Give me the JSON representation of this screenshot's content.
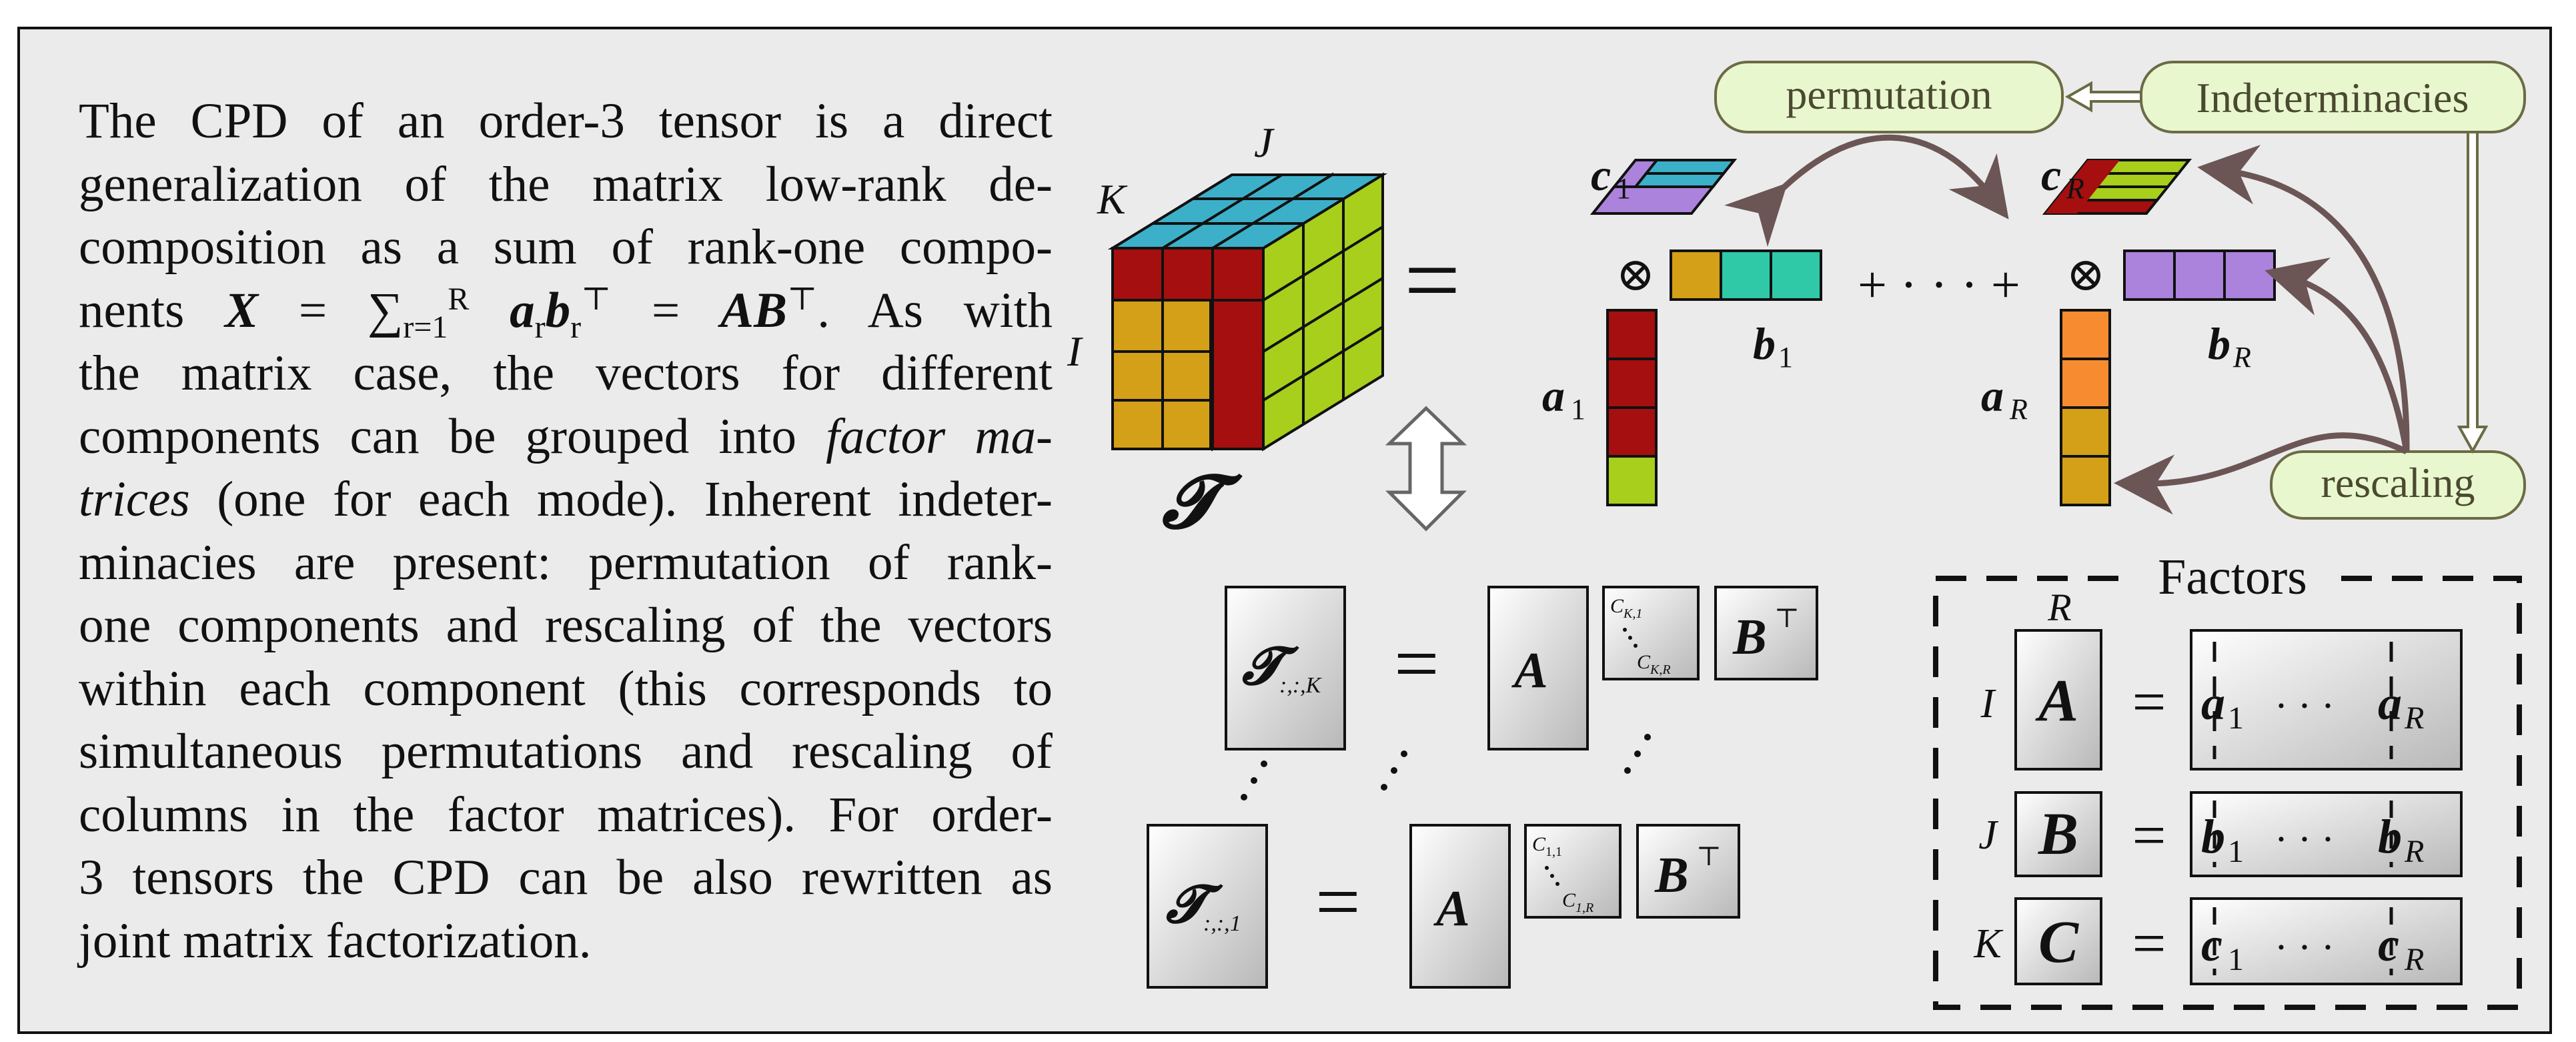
{
  "paragraph": {
    "l1": "The CPD of an order-3 tensor is a direct",
    "l2": "generalization of the matrix low-rank de-",
    "l3": "composition as a sum of rank-one compo-",
    "l4_pre": "nents",
    "l4_formula": "X = ∑ a b = AB",
    "l4_post": ". As with",
    "l5": "the matrix case, the vectors for different",
    "l6_pre": "components can be grouped into",
    "l6_em": "factor ma-",
    "l7_em": "trices",
    "l7_post": "(one for each mode). Inherent indeter-",
    "l8": "minacies are present: permutation of rank-",
    "l9": "one components and rescaling of the vectors",
    "l10": "within each component (this corresponds to",
    "l11": "simultaneous permutations and rescaling of",
    "l12": "columns in the factor matrices). For order-",
    "l13": "3 tensors the CPD can be also rewritten as",
    "l14": "joint matrix factorization."
  },
  "labels": {
    "tensor": "𝓣",
    "dim_J": "J",
    "dim_K": "K",
    "dim_I": "I",
    "equals": "=",
    "c1": "c",
    "cR": "c",
    "a1": "a",
    "aR": "a",
    "b1": "b",
    "bR": "b",
    "sub_1": "1",
    "sub_R": "R",
    "otimes": "⊗",
    "plus_dots": "+ · · · +",
    "permutation": "permutation",
    "indeterminacies": "Indeterminacies",
    "rescaling": "rescaling",
    "factors": "Factors",
    "R": "R",
    "I": "I",
    "J": "J",
    "K": "K",
    "A": "A",
    "B": "B",
    "C": "C",
    "BT": "B",
    "top": "⊤",
    "slice_K": "𝓣",
    "slice_K_sub": ":,:,K",
    "slice_1": "𝓣",
    "slice_1_sub": ":,:,1",
    "cK1": "C",
    "cK1_sub": "K,1",
    "cKR": "C",
    "cKR_sub": "K,R",
    "c11": "C",
    "c11_sub": "1,1",
    "c1R": "C",
    "c1R_sub": "1,R",
    "vec_a": "a",
    "vec_b": "b",
    "vec_c": "c",
    "cdots": "· · ·"
  },
  "colors": {
    "red": "#a50f0f",
    "yellow": "#d4a017",
    "cyan": "#3cb0c9",
    "lime": "#a7cf1c",
    "purple": "#ab82dc",
    "teal": "#2fc9a8",
    "orange": "#f78b2f",
    "green_bubble": "#e9f7cf",
    "bubble_stroke": "#6b6b45",
    "arrow": "#6b5555"
  }
}
